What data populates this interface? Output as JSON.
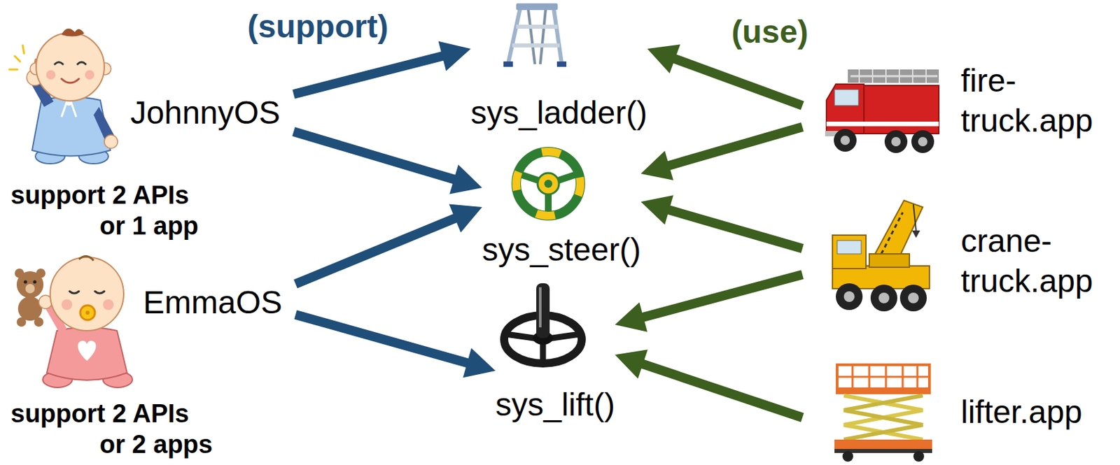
{
  "diagram": {
    "nodes": [
      {
        "text": [
          "JohnnyOS"
        ]
      },
      {
        "text": [
          "EmmaOS"
        ]
      },
      {
        "text": [
          "sys_ladder()"
        ]
      },
      {
        "text": [
          "sys_steer()"
        ]
      },
      {
        "text": [
          "sys_lift()"
        ]
      },
      {
        "text": [
          "fire- truck.app"
        ]
      },
      {
        "text": [
          "crane- truck.app"
        ]
      },
      {
        "text": [
          "lifter.app"
        ]
      }
    ],
    "edges": [
      {
        "from": 0,
        "to": 2,
        "arrow": "to"
      },
      {
        "from": 0,
        "to": 3,
        "arrow": "to"
      },
      {
        "from": 1,
        "to": 3,
        "arrow": "to"
      },
      {
        "from": 1,
        "to": 4,
        "arrow": "to"
      },
      {
        "from": 5,
        "to": 2,
        "arrow": "to"
      },
      {
        "from": 5,
        "to": 3,
        "arrow": "to"
      },
      {
        "from": 6,
        "to": 3,
        "arrow": "to"
      },
      {
        "from": 6,
        "to": 4,
        "arrow": "to"
      },
      {
        "from": 7,
        "to": 4,
        "arrow": "to"
      }
    ],
    "labels": [
      "(support)",
      "(use)",
      "support 2 APIs or 1 app",
      "support 2 APIs or 2 apps"
    ]
  }
}
